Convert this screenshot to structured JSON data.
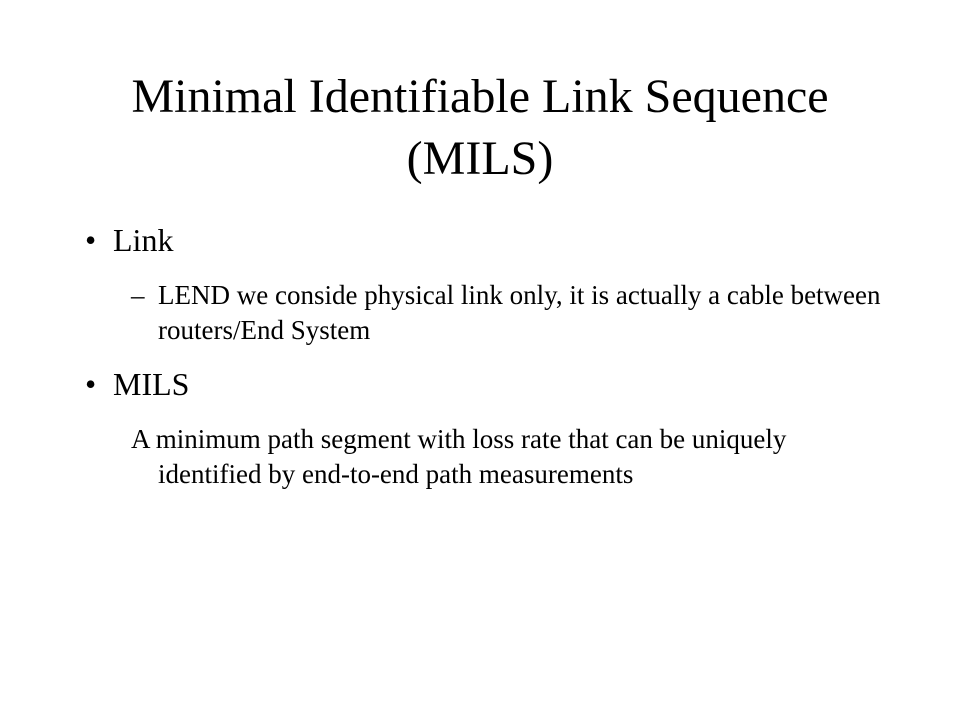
{
  "slide": {
    "title": "Minimal Identifiable Link Sequence (MILS)",
    "items": [
      {
        "bullet": "•",
        "label": "Link",
        "sub": {
          "marker": "–",
          "text": "LEND we conside physical link only, it is actually a cable between routers/End System"
        }
      },
      {
        "bullet": "•",
        "label": "MILS",
        "paragraph": "A minimum path segment with loss rate that can be uniquely identified by end-to-end path measurements"
      }
    ]
  }
}
